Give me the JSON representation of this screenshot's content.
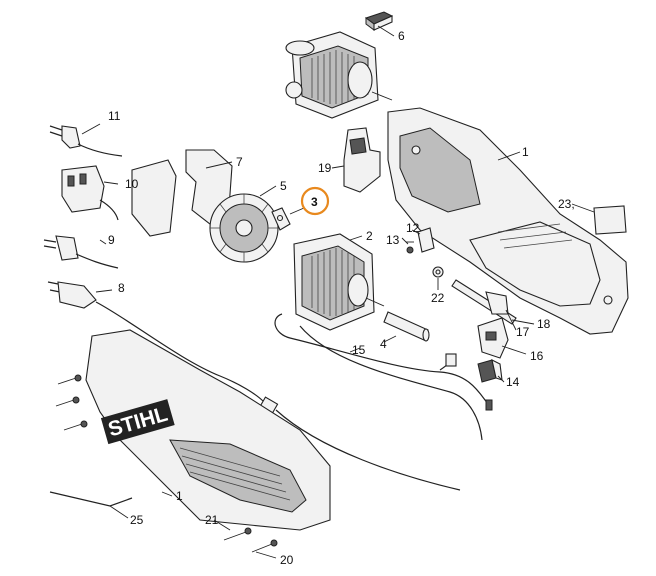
{
  "diagram": {
    "brand": "STIHL",
    "highlight_color": "#e8891e",
    "highlighted_callout": "3",
    "callouts": [
      {
        "id": "c1a",
        "label": "1"
      },
      {
        "id": "c1b",
        "label": "1"
      },
      {
        "id": "c2",
        "label": "2"
      },
      {
        "id": "c3",
        "label": "3"
      },
      {
        "id": "c4",
        "label": "4"
      },
      {
        "id": "c5",
        "label": "5"
      },
      {
        "id": "c6",
        "label": "6"
      },
      {
        "id": "c7",
        "label": "7"
      },
      {
        "id": "c8",
        "label": "8"
      },
      {
        "id": "c9",
        "label": "9"
      },
      {
        "id": "c10",
        "label": "10"
      },
      {
        "id": "c11",
        "label": "11"
      },
      {
        "id": "c12",
        "label": "12"
      },
      {
        "id": "c13",
        "label": "13"
      },
      {
        "id": "c14",
        "label": "14"
      },
      {
        "id": "c15",
        "label": "15"
      },
      {
        "id": "c16",
        "label": "16"
      },
      {
        "id": "c17",
        "label": "17"
      },
      {
        "id": "c18",
        "label": "18"
      },
      {
        "id": "c19",
        "label": "19"
      },
      {
        "id": "c20",
        "label": "20"
      },
      {
        "id": "c21",
        "label": "21"
      },
      {
        "id": "c22",
        "label": "22"
      },
      {
        "id": "c23",
        "label": "23,"
      },
      {
        "id": "c25",
        "label": "25"
      }
    ]
  }
}
